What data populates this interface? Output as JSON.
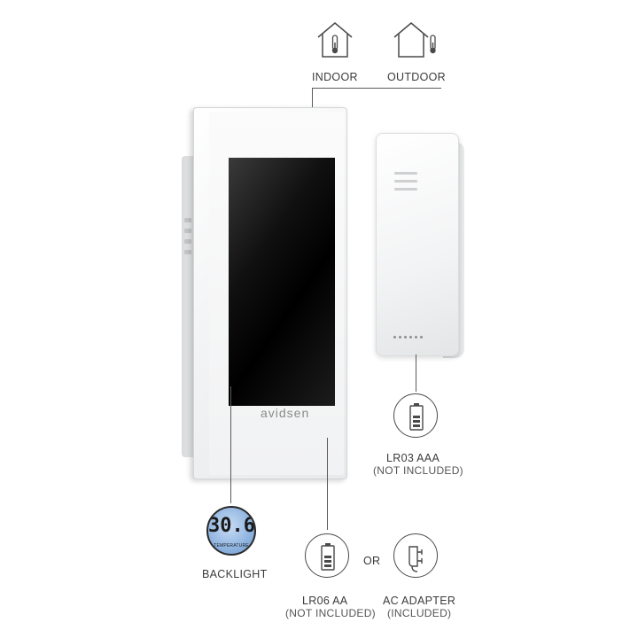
{
  "labels": {
    "indoor": "INDOOR",
    "outdoor": "OUTDOOR",
    "backlight": "BACKLIGHT",
    "lr03": "LR03 AAA",
    "lr03_note": "(NOT INCLUDED)",
    "lr06": "LR06 AA",
    "lr06_note": "(NOT INCLUDED)",
    "or": "OR",
    "ac_adapter": "AC ADAPTER",
    "ac_note": "(INCLUDED)"
  },
  "device": {
    "brand": "avidsen"
  },
  "badge": {
    "reading": "30.6",
    "caption": "TEMPERATURE"
  },
  "icons": {
    "indoor": "house-thermometer-icon",
    "outdoor": "house-thermometer-icon",
    "battery_aaa": "battery-icon",
    "battery_aa": "battery-icon",
    "adapter": "power-plug-icon"
  },
  "colors": {
    "text": "#3b3b3b",
    "line": "#5a5a5a",
    "screen": "#000000",
    "badge_blue": "#8fb4e0"
  }
}
